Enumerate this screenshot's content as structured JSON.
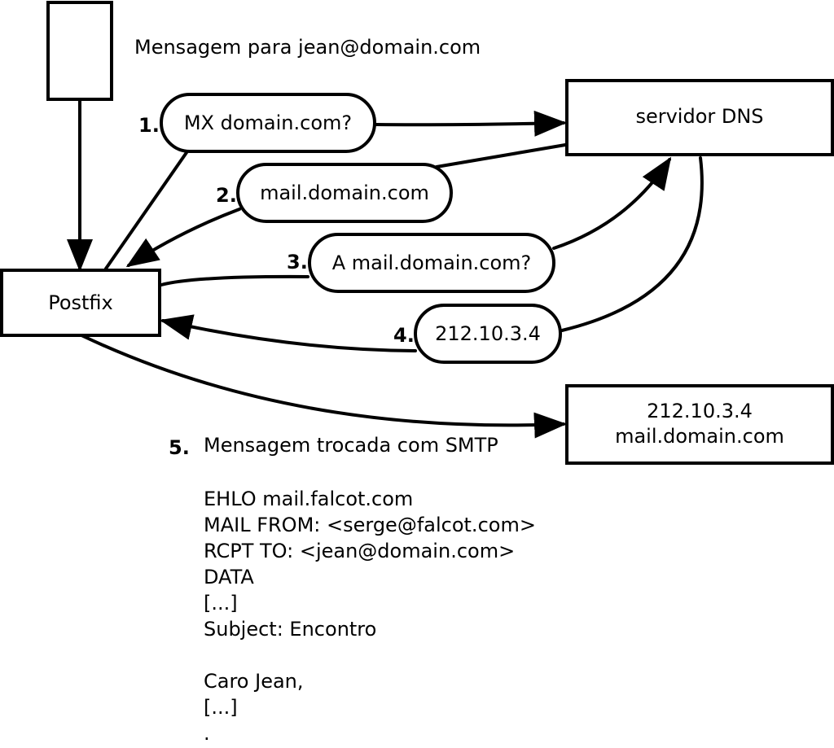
{
  "title": "Mensagem para jean@domain.com",
  "nodes": {
    "postfix": "Postfix",
    "dns": "servidor DNS",
    "mail_server": [
      "212.10.3.4",
      "mail.domain.com"
    ]
  },
  "steps": [
    {
      "num": "1.",
      "label": "MX domain.com?"
    },
    {
      "num": "2.",
      "label": "mail.domain.com"
    },
    {
      "num": "3.",
      "label": "A mail.domain.com?"
    },
    {
      "num": "4.",
      "label": "212.10.3.4"
    }
  ],
  "smtp": {
    "num": "5.",
    "heading": "Mensagem trocada com SMTP",
    "lines": [
      "EHLO mail.falcot.com",
      "MAIL FROM: <serge@falcot.com>",
      "RCPT TO: <jean@domain.com>",
      "DATA",
      "[...]",
      "Subject: Encontro",
      "",
      "Caro Jean,",
      "[...]",
      "."
    ]
  }
}
